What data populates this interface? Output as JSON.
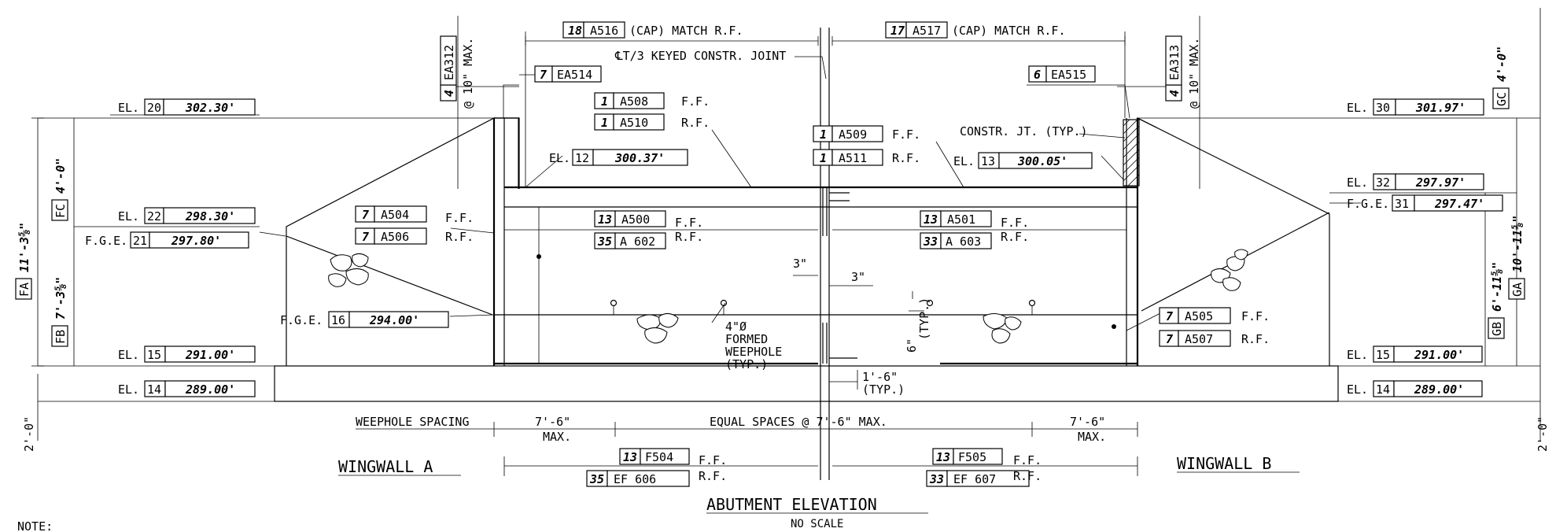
{
  "drawing": {
    "title": "ABUTMENT ELEVATION",
    "subtitle": "NO SCALE",
    "note": "NOTE:",
    "wingwall_a": "WINGWALL A",
    "wingwall_b": "WINGWALL B",
    "weephole_spacing": "WEEPHOLE SPACING"
  },
  "callouts": {
    "a516_qty": "18",
    "a516_mark": "A516",
    "a516_note": "(CAP) MATCH R.F.",
    "a517_qty": "17",
    "a517_mark": "A517",
    "a517_note": "(CAP) MATCH R.F.",
    "joint": "℄T/3 KEYED CONSTR. JOINT",
    "ea514_qty": "7",
    "ea514_mark": "EA514",
    "ea515_qty": "6",
    "ea515_mark": "EA515",
    "ea312_qty": "4",
    "ea312_mark": "EA312",
    "ea313_qty": "4",
    "ea313_mark": "EA313",
    "max10": "@ 10\" MAX.",
    "a508_qty": "1",
    "a508_mark": "A508",
    "ff": "F.F.",
    "a510_qty": "1",
    "a510_mark": "A510",
    "rf": "R.F.",
    "a509_qty": "1",
    "a509_mark": "A509",
    "a511_qty": "1",
    "a511_mark": "A511",
    "constr_jt": "CONSTR. JT. (TYP.)",
    "a504_qty": "7",
    "a504_mark": "A504",
    "a506_qty": "7",
    "a506_mark": "A506",
    "a500_qty": "13",
    "a500_mark": "A500",
    "a602_qty": "35",
    "a602_mark": "A 602",
    "a501_qty": "13",
    "a501_mark": "A501",
    "a603_qty": "33",
    "a603_mark": "A 603",
    "a505_qty": "7",
    "a505_mark": "A505",
    "a507_qty": "7",
    "a507_mark": "A507",
    "f504_qty": "13",
    "f504_mark": "F504",
    "ef606_qty": "35",
    "ef606_mark": "EF 606",
    "f505_qty": "13",
    "f505_mark": "F505",
    "ef607_qty": "33",
    "ef607_mark": "EF 607",
    "weephole": [
      "4\"Ø",
      "FORMED",
      "WEEPHOLE",
      "(TYP.)"
    ],
    "dim3a": "3\"",
    "dim3b": "3\"",
    "dim6": "6\"",
    "dim6_typ": "(TYP.)",
    "dim1_6": "1'-6\"",
    "dim1_6_typ": "(TYP.)",
    "dim7_6a": "7'-6\"",
    "dim7_6b": "7'-6\"",
    "max": "MAX.",
    "equal_spaces": "EQUAL SPACES @ 7'-6\" MAX."
  },
  "elevations_left": {
    "el20_label": "EL.",
    "el20_no": "20",
    "el20_val": "302.30'",
    "el22_label": "EL.",
    "el22_no": "22",
    "el22_val": "298.30'",
    "fge21_label": "F.G.E.",
    "fge21_no": "21",
    "fge21_val": "297.80'",
    "fge16_label": "F.G.E.",
    "fge16_no": "16",
    "fge16_val": "294.00'",
    "el15_label": "EL.",
    "el15_no": "15",
    "el15_val": "291.00'",
    "el14_label": "EL.",
    "el14_no": "14",
    "el14_val": "289.00'",
    "el12_label": "EL.",
    "el12_no": "12",
    "el12_val": "300.37'",
    "el13_label": "EL.",
    "el13_no": "13",
    "el13_val": "300.05'"
  },
  "elevations_right": {
    "el30_label": "EL.",
    "el30_no": "30",
    "el30_val": "301.97'",
    "el32_label": "EL.",
    "el32_no": "32",
    "el32_val": "297.97'",
    "fge31_label": "F.G.E.",
    "fge31_no": "31",
    "fge31_val": "297.47'",
    "el15_label": "EL.",
    "el15_no": "15",
    "el15_val": "291.00'",
    "el14_label": "EL.",
    "el14_no": "14",
    "el14_val": "289.00'"
  },
  "dimensions": {
    "fa_label": "FA",
    "fa_val": "11'-3⅝\"",
    "fb_label": "FB",
    "fb_val": "7'-3⅝\"",
    "fc_label": "FC",
    "fc_val": "4'-0\"",
    "ga_label": "GA",
    "ga_val": "10'-11⅝\"",
    "gb_label": "GB",
    "gb_val": "6'-11⅝\"",
    "gc_label": "GC",
    "gc_val": "4'-0\"",
    "footing_left": "2'-0\"",
    "footing_right": "2'-0\""
  }
}
